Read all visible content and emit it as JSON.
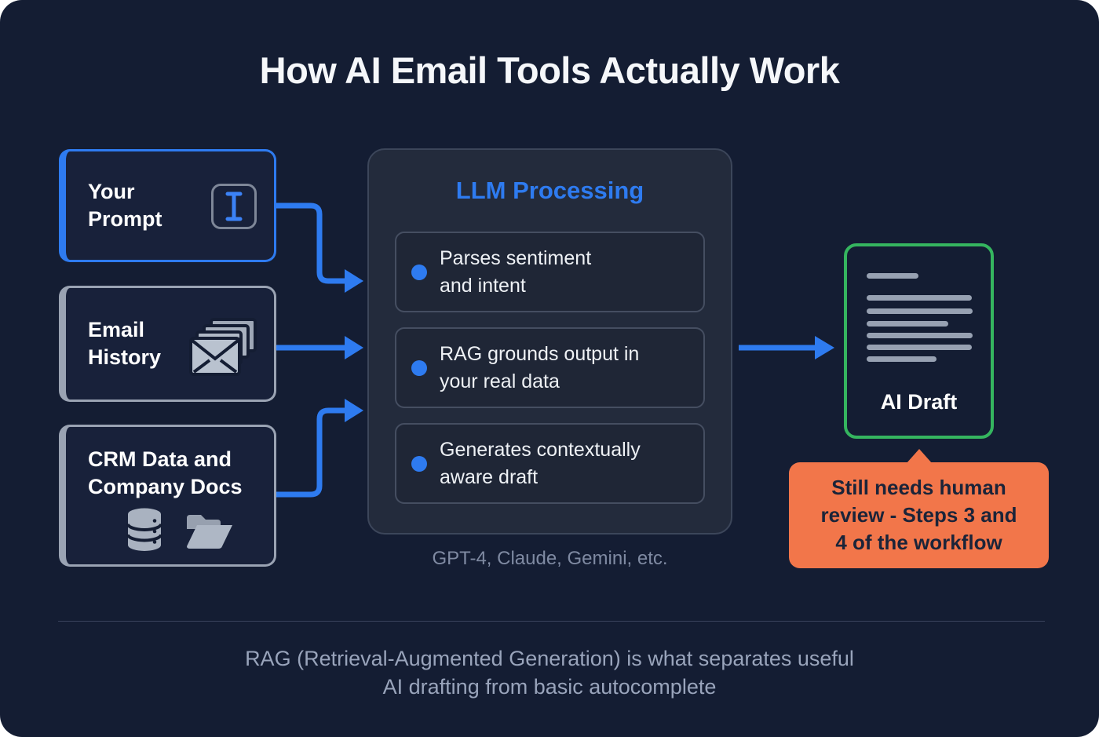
{
  "title": "How AI Email Tools Actually Work",
  "inputs": {
    "prompt": {
      "line1": "Your",
      "line2": "Prompt",
      "icon": "text-cursor-icon"
    },
    "email": {
      "line1": "Email",
      "line2": "History",
      "icon": "envelope-stack-icon"
    },
    "crm": {
      "line1": "CRM Data and",
      "line2": "Company Docs",
      "icons": [
        "database-icon",
        "folder-icon"
      ]
    }
  },
  "processor": {
    "title": "LLM Processing",
    "items": [
      {
        "line1": "Parses sentiment",
        "line2": "and intent"
      },
      {
        "line1": "RAG grounds output in",
        "line2": "your real data"
      },
      {
        "line1": "Generates contextually",
        "line2": "aware draft"
      }
    ],
    "caption": "GPT-4, Claude, Gemini, etc."
  },
  "output": {
    "label": "AI Draft",
    "icon": "document-lines-icon"
  },
  "callout": {
    "line1": "Still needs human",
    "line2": "review - Steps 3 and",
    "line3": "4 of the workflow"
  },
  "footer": {
    "line1": "RAG (Retrieval-Augmented Generation) is what separates useful",
    "line2": "AI drafting from basic autocomplete"
  },
  "colors": {
    "accent-blue": "#2e7bf0",
    "box-gray": "#9aa3b3",
    "green": "#35b55f",
    "orange": "#f2764a",
    "bg-navy": "#141d33",
    "panel-bg": "#232b3c",
    "item-bg": "#1f2636",
    "text-white": "#f5f7fa",
    "muted": "#7f8aa2"
  }
}
